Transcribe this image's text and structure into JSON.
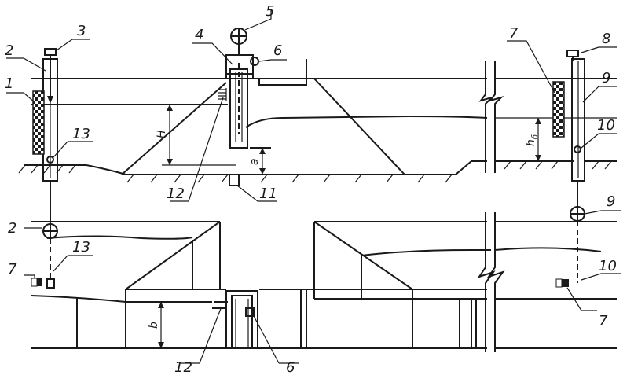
{
  "callouts": {
    "c1": "1",
    "c2": "2",
    "c3": "3",
    "c4": "4",
    "c5": "5",
    "c6": "6",
    "c7": "7",
    "c8": "8",
    "c9": "9",
    "c10": "10",
    "c11": "11",
    "c12": "12",
    "c13": "13",
    "c2b": "2",
    "c7b": "7",
    "c13b": "13",
    "c12b": "12",
    "c6b": "6",
    "c9b": "9",
    "c10b": "10",
    "c7c": "7"
  },
  "dimensions": {
    "H": "H",
    "a": "a",
    "h6": "h",
    "h6_sub": "б",
    "b": "b"
  },
  "colors": {
    "line": "#1a1a1a",
    "background": "#ffffff"
  }
}
